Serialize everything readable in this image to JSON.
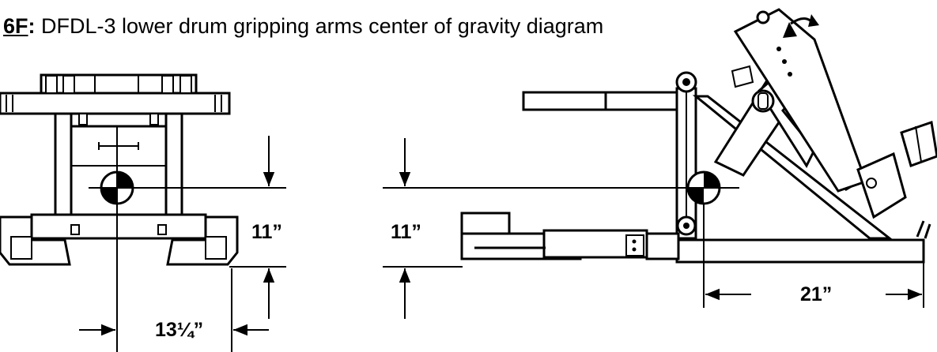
{
  "caption": {
    "figure_label": "6F",
    "separator": ":",
    "text": " DFDL-3 lower drum gripping arms center of gravity diagram"
  },
  "front_view": {
    "dim_vertical": "11”",
    "dim_horizontal": "13¼”"
  },
  "side_view": {
    "dim_vertical": "11”",
    "dim_horizontal": "21”"
  }
}
